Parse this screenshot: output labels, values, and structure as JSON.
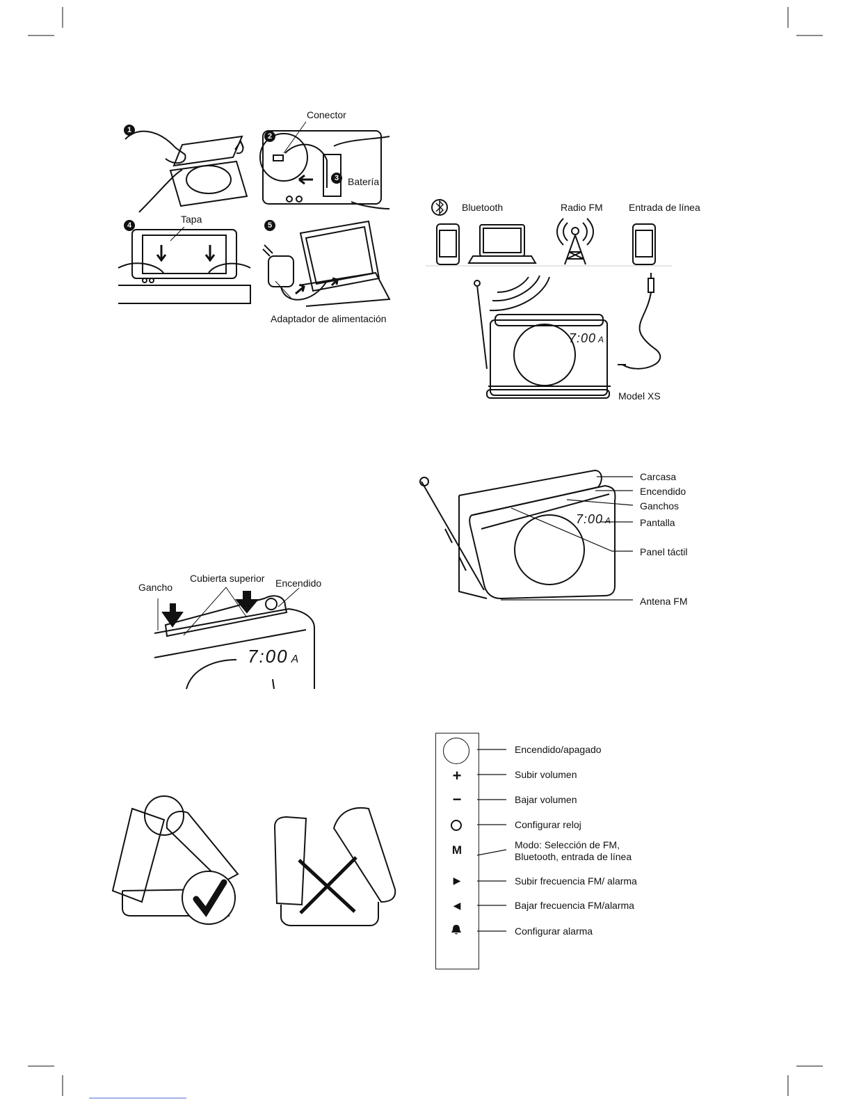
{
  "battery_install": {
    "steps": [
      "1",
      "2",
      "3",
      "4",
      "5"
    ],
    "labels": {
      "conector": "Conector",
      "bateria": "Batería",
      "tapa": "Tapa",
      "adaptador": "Adaptador de alimentación"
    }
  },
  "sources": {
    "bluetooth": "Bluetooth",
    "radio_fm": "Radio FM",
    "line_in": "Entrada de línea",
    "model": "Model XS",
    "display_time": "7:00",
    "display_suffix": "A"
  },
  "overview": {
    "labels": [
      "Carcasa",
      "Encendido",
      "Ganchos",
      "Pantalla",
      "Panel táctil",
      "Antena FM"
    ],
    "display_time": "7:00",
    "display_suffix": "A"
  },
  "top_cover": {
    "gancho": "Gancho",
    "cubierta": "Cubierta superior",
    "encendido": "Encendido",
    "display_time": "7:00",
    "display_suffix": "A"
  },
  "controls": [
    {
      "symbol": "",
      "icon": "power-button-circle",
      "label": "Encendido/apagado"
    },
    {
      "symbol": "+",
      "icon": "plus-icon",
      "label": "Subir volumen"
    },
    {
      "symbol": "−",
      "icon": "minus-icon",
      "label": "Bajar volumen"
    },
    {
      "symbol": "",
      "icon": "clock-icon",
      "label": "Configurar reloj"
    },
    {
      "symbol": "M",
      "icon": "mode-icon",
      "label": "Modo: Selección de FM,",
      "label2": "Bluetooth, entrada de línea"
    },
    {
      "symbol": "▶",
      "icon": "play-right-icon",
      "label": "Subir frecuencia FM/ alarma"
    },
    {
      "symbol": "◀",
      "icon": "play-left-icon",
      "label": "Bajar frecuencia FM/alarma"
    },
    {
      "symbol": "",
      "icon": "bell-icon",
      "label": "Configurar alarma"
    }
  ]
}
